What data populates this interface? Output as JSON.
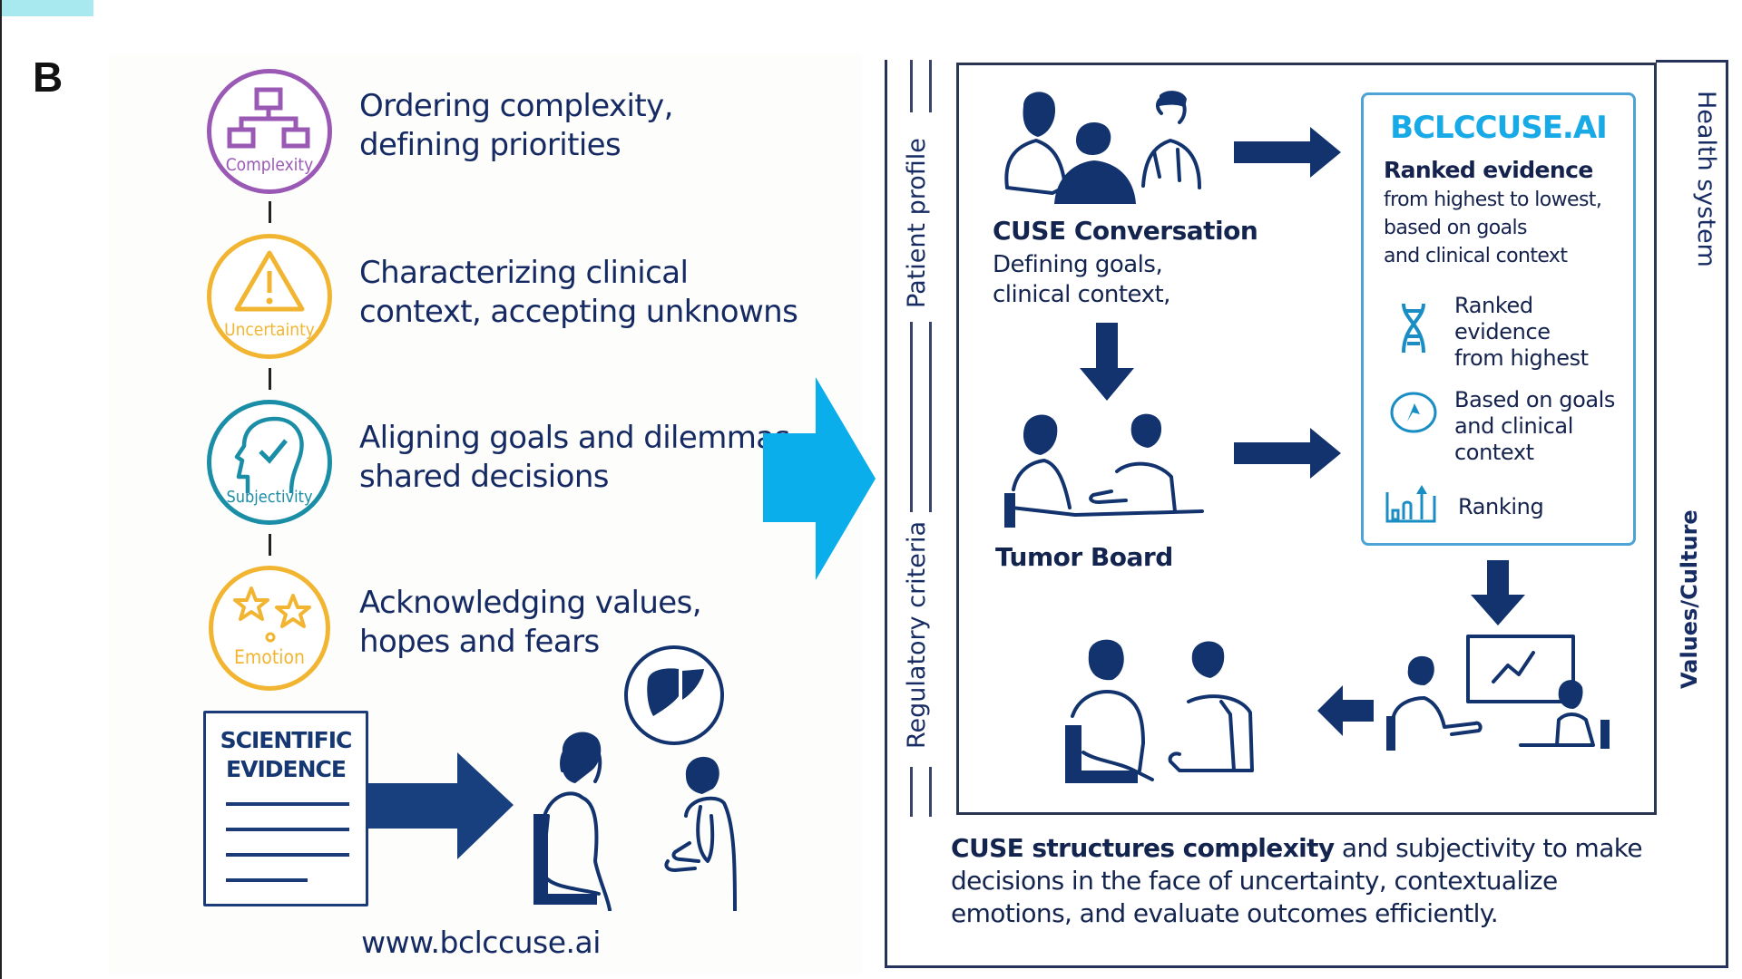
{
  "panel_label": "B",
  "pillars": [
    {
      "name": "Complexity",
      "color": "#9b59b6",
      "icon": "hierarchy-icon",
      "line1": "Ordering complexity,",
      "line2": "defining priorities"
    },
    {
      "name": "Uncertainty",
      "color": "#f2b531",
      "icon": "warning-triangle-icon",
      "line1": "Characterizing clinical",
      "line2": "context, accepting unknowns"
    },
    {
      "name": "Subjectivity",
      "color": "#1a8ea6",
      "icon": "head-check-icon",
      "line1": "Aligning goals and dilemmas,",
      "line2": "shared decisions"
    },
    {
      "name": "Emotion",
      "color": "#f2b531",
      "icon": "stars-icon",
      "line1": "Acknowledging values,",
      "line2": "hopes and fears"
    }
  ],
  "evidence": {
    "line1": "SCIENTIFIC",
    "line2": "EVIDENCE"
  },
  "url": "www.bclccuse.ai",
  "side_labels": {
    "patient_profile": "Patient profile",
    "regulatory_criteria": "Regulatory criteria",
    "health_system": "Health system",
    "values_culture": "Values/Culture"
  },
  "steps": {
    "conversation_title": "CUSE Conversation",
    "conversation_line1": "Defining goals,",
    "conversation_line2": "clinical context,",
    "tumor_board": "Tumor Board"
  },
  "bclc": {
    "title": "BCLCCUSE.AI",
    "heading": "Ranked evidence",
    "sub1": "from highest to lowest,",
    "sub2": "based on goals",
    "sub3": "and clinical context",
    "features": [
      {
        "icon": "dna-icon",
        "lines": [
          "Ranked",
          "evidence",
          "from highest"
        ]
      },
      {
        "icon": "compass-icon",
        "lines": [
          "Based on goals",
          "and clinical",
          "context"
        ]
      },
      {
        "icon": "bar-chart-icon",
        "lines": [
          "Ranking"
        ]
      }
    ]
  },
  "summary": {
    "bold": "CUSE structures complexity",
    "rest1": " and subjectivity to make",
    "line2": "decisions in the face of uncertainty, contextualize",
    "line3": "emotions, and evaluate outcomes efficiently."
  },
  "colors": {
    "navy": "#12336e",
    "cyan": "#0aaeea",
    "purple": "#9b59b6",
    "amber": "#f2b531",
    "teal": "#1a8ea6"
  }
}
